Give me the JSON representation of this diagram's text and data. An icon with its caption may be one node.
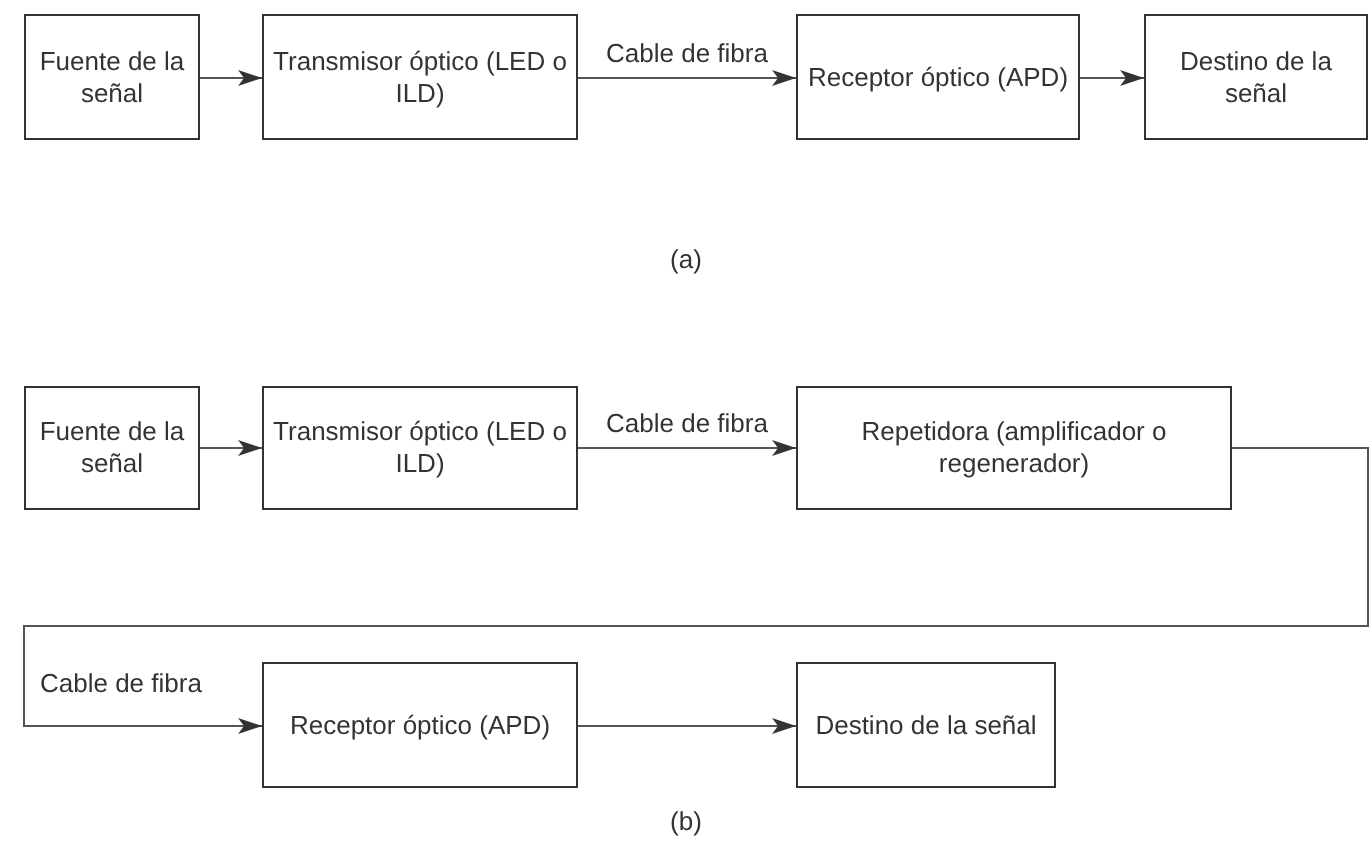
{
  "diagram": {
    "nodes": [
      {
        "text": [
          "Fuente de la señal"
        ]
      },
      {
        "text": [
          "Transmisor óptico (LED o ILD)"
        ]
      },
      {
        "text": [
          "Receptor óptico (APD)"
        ]
      },
      {
        "text": [
          "Destino de la señal"
        ]
      },
      {
        "text": [
          "Fuente de la señal"
        ]
      },
      {
        "text": [
          "Transmisor óptico (LED o ILD)"
        ]
      },
      {
        "text": [
          "Repetidora (amplificador o regenerador)"
        ]
      },
      {
        "text": [
          "Receptor óptico (APD)"
        ]
      },
      {
        "text": [
          "Destino de la señal"
        ]
      }
    ],
    "edges": [
      {
        "from": 0,
        "to": 1,
        "arrow": "to"
      },
      {
        "from": 1,
        "to": 2,
        "arrow": "to",
        "label": "Cable de fibra"
      },
      {
        "from": 2,
        "to": 3,
        "arrow": "to"
      },
      {
        "from": 4,
        "to": 5,
        "arrow": "to"
      },
      {
        "from": 5,
        "to": 6,
        "arrow": "to",
        "label": "Cable de fibra"
      },
      {
        "from": 6,
        "to": 7,
        "arrow": "to",
        "label": "Cable de fibra"
      },
      {
        "from": 7,
        "to": 8,
        "arrow": "to"
      }
    ],
    "labels": [
      "(a)",
      "(b)"
    ]
  }
}
